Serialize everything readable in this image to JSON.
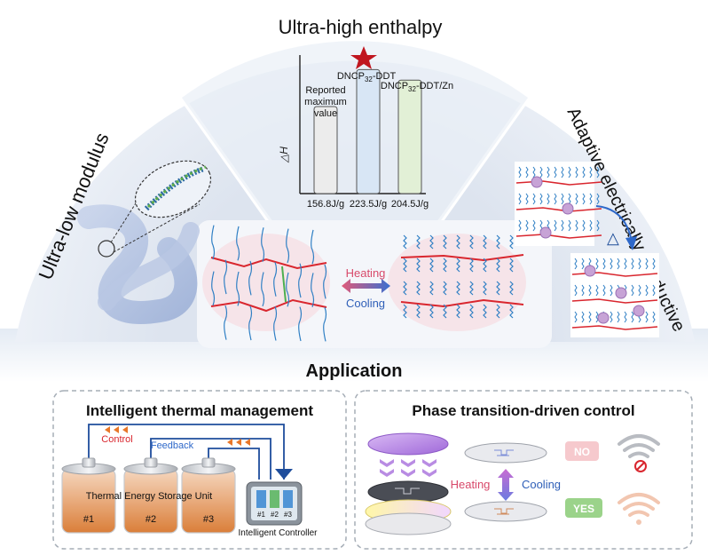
{
  "fan": {
    "title_top": "Ultra-high enthalpy",
    "title_left": "Ultra-low modulus",
    "title_right": "Adaptive electrically conductive"
  },
  "enthalpy_chart": {
    "y_axis_symbol": "△H",
    "bars": [
      {
        "label_lines": [
          "Reported",
          "maximum",
          "value"
        ],
        "value_text": "156.8J/g",
        "value": 156.8,
        "color": "#ececec"
      },
      {
        "label_main": "DNCP",
        "label_sub": "32",
        "label_suffix": "-DDT",
        "value_text": "223.5J/g",
        "value": 223.5,
        "color": "#d8e6f5"
      },
      {
        "label_main": "DNCP",
        "label_sub": "32",
        "label_suffix": "-DDT/Zn",
        "value_text": "204.5J/g",
        "value": 204.5,
        "color": "#e2f0d6"
      }
    ],
    "star_color": "#c0161f"
  },
  "center": {
    "heating": "Heating",
    "cooling": "Cooling",
    "delta": "△"
  },
  "application_title": "Application",
  "thermal": {
    "title": "Intelligent thermal management",
    "control": "Control",
    "feedback": "Feedback",
    "storage_unit": "Thermal Energy Storage Unit",
    "cells": [
      "#1",
      "#2",
      "#3"
    ],
    "controller_label": "Intelligent Controller",
    "controller_cells": [
      "#1",
      "#2",
      "#3"
    ]
  },
  "phase": {
    "title": "Phase transition-driven control",
    "heating": "Heating",
    "cooling": "Cooling",
    "no": "NO",
    "yes": "YES"
  },
  "colors": {
    "red_chain": "#d9262e",
    "blue_chain": "#2f7fc4",
    "fan_bg": "#e8edf5",
    "panel_border": "#9aa3ad",
    "orange": "#e8772a"
  }
}
